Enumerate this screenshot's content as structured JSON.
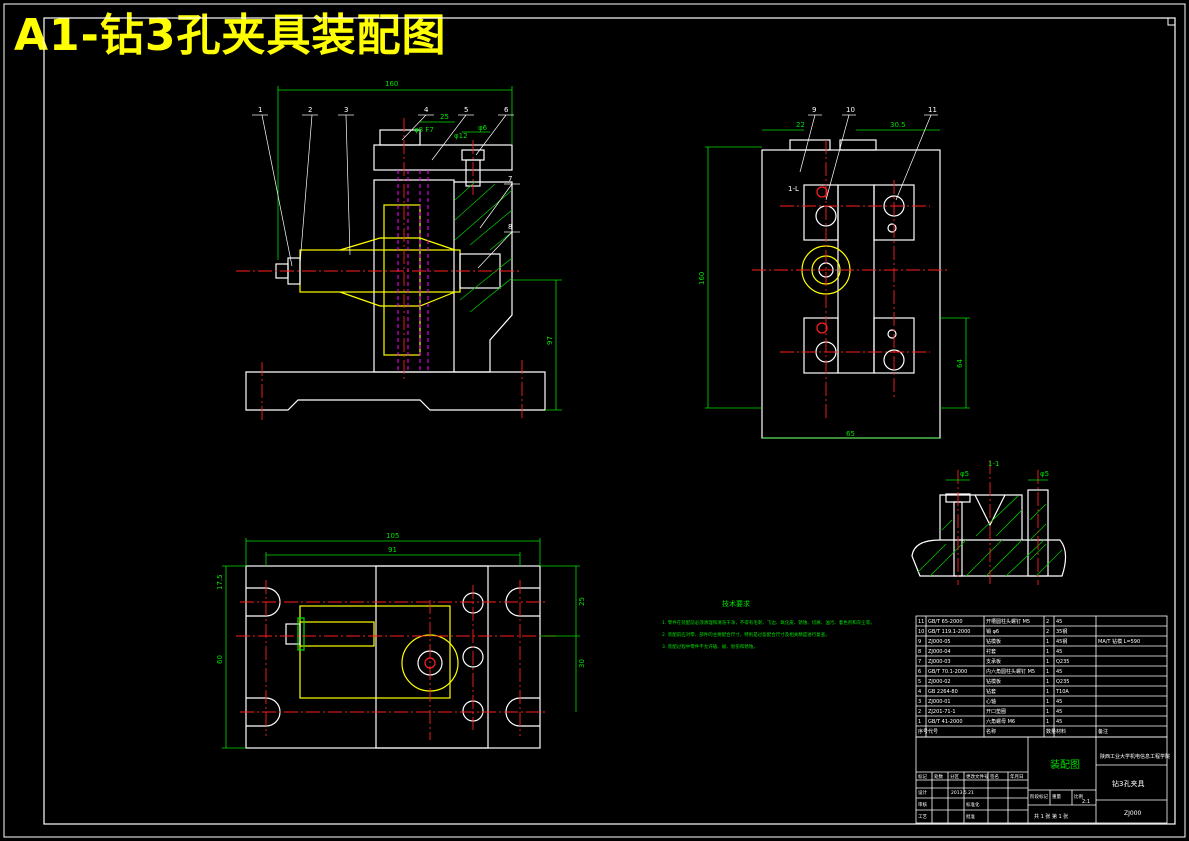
{
  "title": "A1-钻3孔夹具装配图",
  "colors": {
    "background": "#000000",
    "title": "#ffff00",
    "outline": "#ffffff",
    "center_line": "#ff2020",
    "dimension": "#00e000",
    "hidden_line": "#ff00ff",
    "hatch": "#00c000"
  },
  "front_view": {
    "leaders": [
      "1",
      "2",
      "3",
      "4",
      "5",
      "6",
      "7",
      "8"
    ],
    "dims": {
      "width": "160",
      "height": "97",
      "d1": "25",
      "fit": "φ8 F7",
      "d2": "φ6",
      "d3": "φ12"
    }
  },
  "side_view": {
    "leaders": [
      "9",
      "10",
      "11"
    ],
    "dims": {
      "top_left": "22",
      "top_right": "30.5",
      "height": "160",
      "bottom": "65",
      "right": "64"
    },
    "mark": "1-L"
  },
  "top_view": {
    "dims": {
      "outer_width": "105",
      "inner_width": "91",
      "left_top": "17.5",
      "left_height": "60",
      "right_top": "25",
      "right_bottom": "30"
    }
  },
  "section_view": {
    "label": "1-1",
    "dims": {
      "left": "φ5",
      "right": "φ5"
    }
  },
  "technical_requirements": {
    "heading": "技术要求",
    "lines": [
      "1. 零件在装配前必须清理和清洗干净，不得有毛刺、飞边、氧化皮、锈蚀、切屑、油污、着色剂和灰尘等。",
      "2. 装配前应对零、部件的主要配合尺寸，特别是过盈配合尺寸及相关精度进行复查。",
      "3. 装配过程中零件不允许磕、碰、划伤和锈蚀。"
    ]
  },
  "parts_list": [
    {
      "no": "11",
      "code": "GB/T 65-2000",
      "name": "开槽圆柱头螺钉 M5",
      "qty": "2",
      "material": "45",
      "note": ""
    },
    {
      "no": "10",
      "code": "GB/T 119.1-2000",
      "name": "销 φ6",
      "qty": "2",
      "material": "35钢",
      "note": ""
    },
    {
      "no": "9",
      "code": "ZJ000-05",
      "name": "钻模板",
      "qty": "1",
      "material": "45钢",
      "note": "MA/T 钻模 L=590"
    },
    {
      "no": "8",
      "code": "ZJ000-04",
      "name": "衬套",
      "qty": "1",
      "material": "45",
      "note": ""
    },
    {
      "no": "7",
      "code": "ZJ000-03",
      "name": "支承板",
      "qty": "1",
      "material": "Q235",
      "note": ""
    },
    {
      "no": "6",
      "code": "GB/T 70.1-2000",
      "name": "内六角圆柱头螺钉 M5",
      "qty": "1",
      "material": "45",
      "note": ""
    },
    {
      "no": "5",
      "code": "ZJ000-02",
      "name": "钻模板",
      "qty": "1",
      "material": "Q235",
      "note": ""
    },
    {
      "no": "4",
      "code": "GB 2264-80",
      "name": "钻套",
      "qty": "1",
      "material": "T10A",
      "note": ""
    },
    {
      "no": "3",
      "code": "ZJ000-01",
      "name": "心轴",
      "qty": "1",
      "material": "45",
      "note": ""
    },
    {
      "no": "2",
      "code": "ZJ201-71-1",
      "name": "开口垫圈",
      "qty": "1",
      "material": "45",
      "note": ""
    },
    {
      "no": "1",
      "code": "GB/T 41-2000",
      "name": "六角螺母 M6",
      "qty": "1",
      "material": "45",
      "note": ""
    }
  ],
  "parts_header": [
    "序号",
    "代号",
    "名称",
    "数量",
    "材料",
    "备注"
  ],
  "title_block": {
    "drawing_type": "装配图",
    "school": "陕西工业大学机电信息工程学院",
    "part_name": "钻3孔夹具",
    "drawing_no": "ZJ000",
    "scale": "2:1",
    "labels": [
      "标记",
      "处数",
      "分区",
      "更改文件号",
      "签名",
      "年月日"
    ],
    "roles": [
      "设计",
      "审核",
      "工艺",
      "标准化",
      "批准"
    ],
    "stage_labels": [
      "阶段标记",
      "重量",
      "比例"
    ],
    "sheet_info": "共 1 张  第 1 张",
    "date": "2013.5.21"
  }
}
